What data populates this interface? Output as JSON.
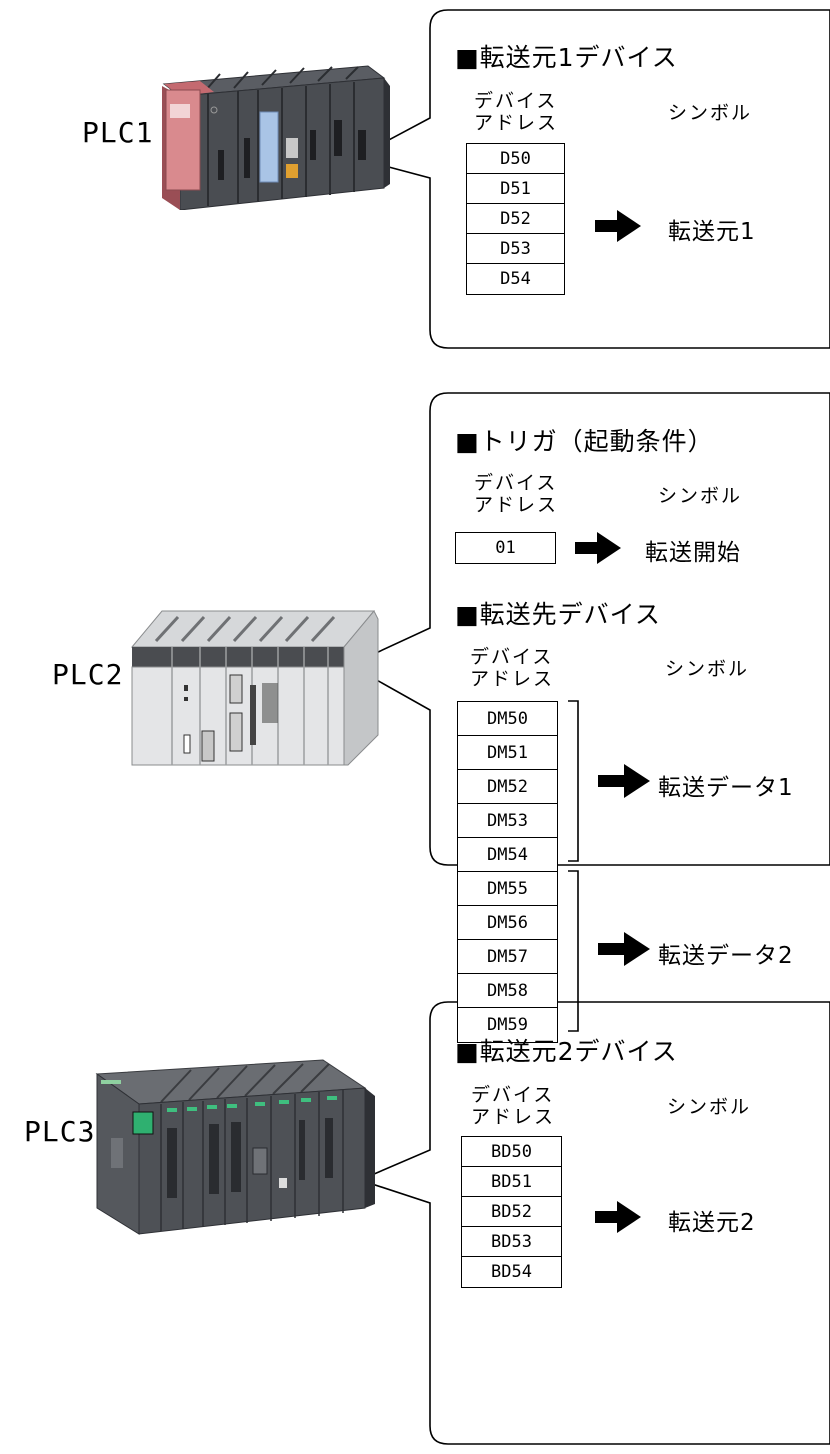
{
  "plc1": {
    "label": "PLC1",
    "section_title": "■転送元1デバイス",
    "addr_header_line1": "デバイス",
    "addr_header_line2": "アドレス",
    "symbol_header": "シンボル",
    "addresses": [
      "D50",
      "D51",
      "D52",
      "D53",
      "D54"
    ],
    "symbol": "転送元1"
  },
  "plc2": {
    "label": "PLC2",
    "trigger": {
      "section_title": "■トリガ（起動条件）",
      "addr_header_line1": "デバイス",
      "addr_header_line2": "アドレス",
      "symbol_header": "シンボル",
      "address": "01",
      "symbol": "転送開始"
    },
    "dest": {
      "section_title": "■転送先デバイス",
      "addr_header_line1": "デバイス",
      "addr_header_line2": "アドレス",
      "symbol_header": "シンボル",
      "addresses": [
        "DM50",
        "DM51",
        "DM52",
        "DM53",
        "DM54",
        "DM55",
        "DM56",
        "DM57",
        "DM58",
        "DM59"
      ],
      "symbol1": "転送データ1",
      "symbol2": "転送データ2"
    }
  },
  "plc3": {
    "label": "PLC3",
    "section_title": "■転送元2デバイス",
    "addr_header_line1": "デバイス",
    "addr_header_line2": "アドレス",
    "symbol_header": "シンボル",
    "addresses": [
      "BD50",
      "BD51",
      "BD52",
      "BD53",
      "BD54"
    ],
    "symbol": "転送元2"
  },
  "colors": {
    "plc1_accent": "#d98a8e",
    "plc1_module_blue": "#a9c4e6",
    "plc3_led_green": "#3fbf7f"
  }
}
